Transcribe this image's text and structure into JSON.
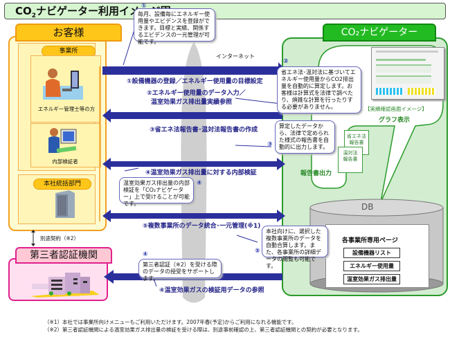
{
  "title": {
    "prefix": "CO",
    "sub": "2",
    "suffix": "ナビゲーター利用イメージ図"
  },
  "customer": {
    "header": "お客様",
    "office_label": "事業所",
    "energy_manager": "エネルギー管理士等の方",
    "internal_verifier": "内部検証者",
    "headquarters_label": "本社統括部門"
  },
  "internet_label": "インターネット",
  "co2nav": {
    "header": "CO₂ナビゲーター",
    "screen_caption": "【実績確認画面イメージ】",
    "graph_label": "グラフ表示",
    "report_output_label": "報告書出力",
    "docs": [
      "省エネ法\n報告書",
      "温対法\n報告書"
    ],
    "db": {
      "label": "DB",
      "page_title": "各事業所専用ページ",
      "items": [
        "設備機器リスト",
        "エネルギー使用量",
        "温室効果ガス排出量"
      ]
    }
  },
  "flows": [
    {
      "num": "①",
      "label": "①設備機器の登録／エネルギー使用量の目標設定",
      "direction": "right"
    },
    {
      "num": "②",
      "label_line1": "②エネルギー使用量のデータ入力／",
      "label_line2": "温室効果ガス排出量実績参照",
      "direction": "left"
    },
    {
      "num": "③",
      "label": "③省エネ法報告書･温対法報告書の作成",
      "direction": "left"
    },
    {
      "num": "④",
      "label": "④温室効果ガス排出量に対する内部検証",
      "direction": "both"
    },
    {
      "num": "⑤",
      "label": "⑤複数事業所のデータ統合･一元管理(※1)",
      "direction": "both"
    },
    {
      "num": "④",
      "label": "④温室効果ガスの検証用データの参照",
      "direction": "left"
    }
  ],
  "bubbles": {
    "b1": {
      "num": "①",
      "text": "毎月、設備毎にエネルギー使用量やエビデンスを登録ができます。目標と実績、関係するエビデンスの一元管理が可能です。"
    },
    "b2": {
      "num": "②",
      "text": "省エネ法･温対法に基づいてエネルギー使用量からCO2排出量を自動的に算定します。お客様は計算式を法律で調べたり、煩雑な計算を行ったりする必要がありません。"
    },
    "b3": {
      "num": "③",
      "text": "算定したデータから、法律で定められた様式の報告書を自動的に出力します。"
    },
    "b4": {
      "num": "④",
      "text": "温室効果ガス排出量の内部検証を「CO₂ナビゲーター」上で受けることが可能です。"
    },
    "b5": {
      "num": "⑤",
      "text": "本社向けに、選択した複数事業所のデータを自動合算します。また、各事業所の詳細データの閲覧も可能です。"
    },
    "b6": {
      "num": "④",
      "text": "第三者認証（※2）を受ける際のデータの授受をサポートします。"
    }
  },
  "separate_contract": "別途契約（※2）",
  "third_party": {
    "header": "第三者認証機関"
  },
  "footnotes": [
    "（※1）本社では事業所向けメニューもご利用いただけます。2007年春(予定)からご利用になれる機能です。",
    "（※2）第三者認証機関による温室効果ガス排出量の検証を受ける際は、別途事前確認の上、第三者認証機関との契約が必要となります。"
  ],
  "colors": {
    "arrow": "#2b2f9c",
    "customer": "#ffc61a",
    "co2nav": "#22bb22",
    "third_party": "#e0208c"
  }
}
